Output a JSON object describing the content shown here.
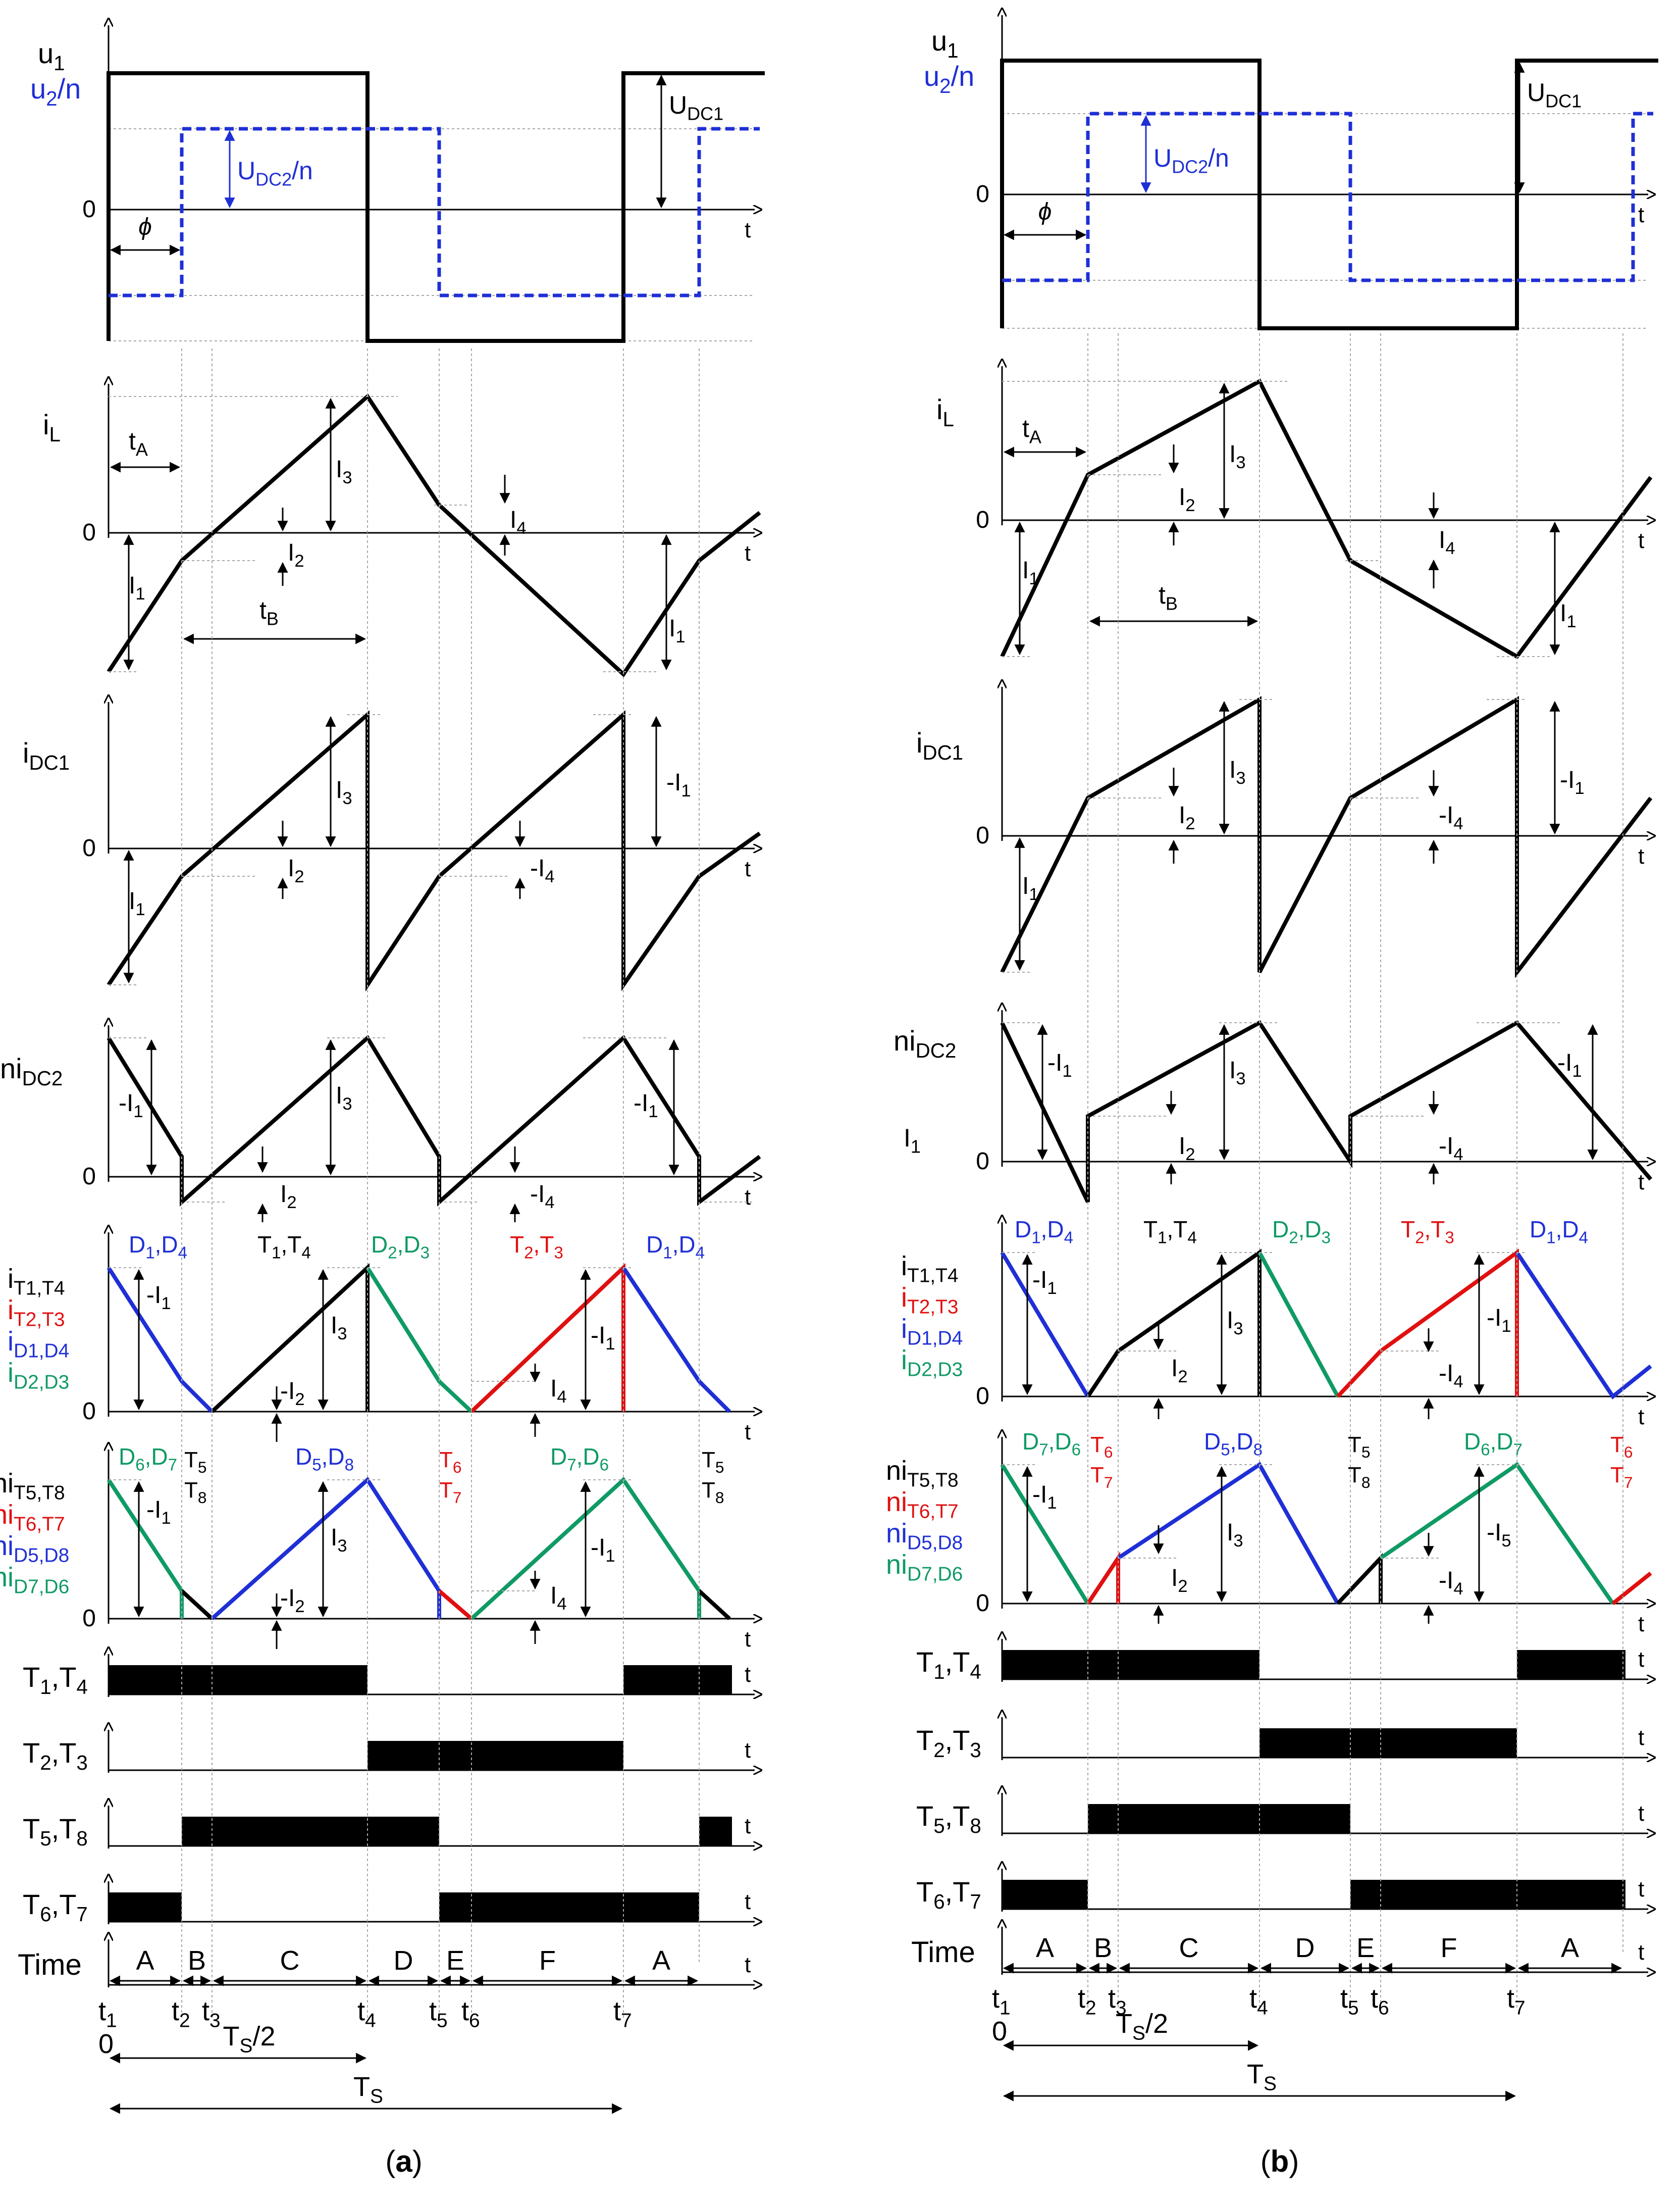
{
  "colors": {
    "black": "#000000",
    "blue": "#1f2fd6",
    "red": "#e01010",
    "green": "#0f9a64",
    "grid": "#a8a8a8"
  },
  "panels": [
    {
      "id": "a",
      "caption_open": "(",
      "caption_letter": "a",
      "caption_close": ")",
      "sections": {
        "u": {
          "lbl_u1": "u",
          "lbl_u1_sub": "1",
          "lbl_u2": "u",
          "lbl_u2_sub": "2",
          "lbl_u2_suffix": "/n",
          "zero": "0",
          "t": "t",
          "phi": "ϕ",
          "udc1": "U",
          "udc1_sub": "DC1",
          "udc2": "U",
          "udc2_sub": "DC2",
          "udc2_suffix": "/n"
        },
        "il": {
          "name": "i",
          "name_sub": "L",
          "zero": "0",
          "t": "t",
          "tA": "t",
          "tA_sub": "A",
          "tB": "t",
          "tB_sub": "B",
          "labels": [
            {
              "text": "I",
              "sub": "1"
            },
            {
              "text": "I",
              "sub": "2"
            },
            {
              "text": "I",
              "sub": "3"
            },
            {
              "text": "I",
              "sub": "4"
            },
            {
              "text": "I",
              "sub": "1"
            }
          ]
        },
        "idc1": {
          "name": "i",
          "name_sub": "DC1",
          "zero": "0",
          "t": "t",
          "labels": [
            {
              "text": "I",
              "sub": "1"
            },
            {
              "text": "I",
              "sub": "2"
            },
            {
              "text": "I",
              "sub": "3"
            },
            {
              "text": "-I",
              "sub": "4"
            },
            {
              "text": "-I",
              "sub": "1"
            }
          ]
        },
        "nidc2": {
          "name": "ni",
          "name_sub": "DC2",
          "zero": "0",
          "t": "t",
          "labels": [
            {
              "text": "-I",
              "sub": "1"
            },
            {
              "text": "I",
              "sub": "2"
            },
            {
              "text": "I",
              "sub": "3"
            },
            {
              "text": "-I",
              "sub": "4"
            },
            {
              "text": "-I",
              "sub": "1"
            }
          ]
        },
        "it": {
          "names": [
            {
              "text": "i",
              "sub": "T1,T4",
              "color": "black"
            },
            {
              "text": "i",
              "sub": "T2,T3",
              "color": "red"
            },
            {
              "text": "i",
              "sub": "D1,D4",
              "color": "blue"
            },
            {
              "text": "i",
              "sub": "D2,D3",
              "color": "green"
            }
          ],
          "zero": "0",
          "t": "t",
          "tops": [
            {
              "text": "D",
              "sub": "1",
              "text2": ",D",
              "sub2": "4",
              "color": "blue"
            },
            {
              "text": "T",
              "sub": "1",
              "text2": ",T",
              "sub2": "4",
              "color": "black"
            },
            {
              "text": "D",
              "sub": "2",
              "text2": ",D",
              "sub2": "3",
              "color": "green"
            },
            {
              "text": "T",
              "sub": "2",
              "text2": ",T",
              "sub2": "3",
              "color": "red"
            },
            {
              "text": "D",
              "sub": "1",
              "text2": ",D",
              "sub2": "4",
              "color": "blue"
            }
          ],
          "labels": [
            {
              "text": "-I",
              "sub": "1"
            },
            {
              "text": "-I",
              "sub": "2"
            },
            {
              "text": "I",
              "sub": "3"
            },
            {
              "text": "I",
              "sub": "4"
            },
            {
              "text": "-I",
              "sub": "1"
            }
          ]
        },
        "nit": {
          "names": [
            {
              "text": "ni",
              "sub": "T5,T8",
              "color": "black"
            },
            {
              "text": "ni",
              "sub": "T6,T7",
              "color": "red"
            },
            {
              "text": "ni",
              "sub": "D5,D8",
              "color": "blue"
            },
            {
              "text": "ni",
              "sub": "D7,D6",
              "color": "green"
            }
          ],
          "zero": "0",
          "t": "t",
          "tops": [
            {
              "text": "D",
              "sub": "6",
              "text2": ",D",
              "sub2": "7",
              "color": "green"
            },
            {
              "text": "D",
              "sub": "5",
              "text2": ",D",
              "sub2": "8",
              "color": "blue"
            },
            {
              "text": "D",
              "sub": "7",
              "text2": ",D",
              "sub2": "6",
              "color": "green"
            }
          ],
          "stacked": [
            {
              "a": "T",
              "asub": "5",
              "b": "T",
              "bsub": "8",
              "color": "black"
            },
            {
              "a": "T",
              "asub": "6",
              "b": "T",
              "bsub": "7",
              "color": "red"
            },
            {
              "a": "T",
              "asub": "5",
              "b": "T",
              "bsub": "8",
              "color": "black"
            }
          ],
          "labels": [
            {
              "text": "-I",
              "sub": "1"
            },
            {
              "text": "-I",
              "sub": "2"
            },
            {
              "text": "I",
              "sub": "3"
            },
            {
              "text": "I",
              "sub": "4"
            },
            {
              "text": "-I",
              "sub": "1"
            }
          ]
        },
        "gates": [
          {
            "a": "T",
            "asub": "1",
            "b": ",T",
            "bsub": "4",
            "t": "t"
          },
          {
            "a": "T",
            "asub": "2",
            "b": ",T",
            "bsub": "3",
            "t": "t"
          },
          {
            "a": "T",
            "asub": "5",
            "b": ",T",
            "bsub": "8",
            "t": "t"
          },
          {
            "a": "T",
            "asub": "6",
            "b": ",T",
            "bsub": "7",
            "t": "t"
          }
        ],
        "time": {
          "label": "Time",
          "t": "t",
          "intervals": [
            "A",
            "B",
            "C",
            "D",
            "E",
            "F",
            "A"
          ],
          "ticks": [
            {
              "text": "t",
              "sub": "1"
            },
            {
              "text": "t",
              "sub": "2"
            },
            {
              "text": "t",
              "sub": "3"
            },
            {
              "text": "t",
              "sub": "4"
            },
            {
              "text": "t",
              "sub": "5"
            },
            {
              "text": "t",
              "sub": "6"
            },
            {
              "text": "t",
              "sub": "7"
            }
          ],
          "zero": "0",
          "ts2": "T",
          "ts2_sub": "S",
          "ts2_suffix": "/2",
          "ts": "T",
          "ts_sub": "S"
        }
      }
    },
    {
      "id": "b",
      "caption_open": "(",
      "caption_letter": "b",
      "caption_close": ")",
      "sections": {
        "u": {
          "lbl_u1": "u",
          "lbl_u1_sub": "1",
          "lbl_u2": "u",
          "lbl_u2_sub": "2",
          "lbl_u2_suffix": "/n",
          "zero": "0",
          "t": "t",
          "phi": "ϕ",
          "udc1": "U",
          "udc1_sub": "DC1",
          "udc2": "U",
          "udc2_sub": "DC2",
          "udc2_suffix": "/n"
        },
        "il": {
          "name": "i",
          "name_sub": "L",
          "zero": "0",
          "t": "t",
          "tA": "t",
          "tA_sub": "A",
          "tB": "t",
          "tB_sub": "B",
          "labels": [
            {
              "text": "I",
              "sub": "1"
            },
            {
              "text": "I",
              "sub": "2"
            },
            {
              "text": "I",
              "sub": "3"
            },
            {
              "text": "I",
              "sub": "4"
            },
            {
              "text": "I",
              "sub": "1"
            }
          ]
        },
        "idc1": {
          "name": "i",
          "name_sub": "DC1",
          "zero": "0",
          "t": "t",
          "labels": [
            {
              "text": "I",
              "sub": "1"
            },
            {
              "text": "I",
              "sub": "2"
            },
            {
              "text": "I",
              "sub": "3"
            },
            {
              "text": "-I",
              "sub": "4"
            },
            {
              "text": "-I",
              "sub": "1"
            }
          ]
        },
        "nidc2": {
          "name": "ni",
          "name_sub": "DC2",
          "zero": "0",
          "t": "t",
          "extra": {
            "text": "I",
            "sub": "1"
          },
          "labels": [
            {
              "text": "-I",
              "sub": "1"
            },
            {
              "text": "I",
              "sub": "2"
            },
            {
              "text": "I",
              "sub": "3"
            },
            {
              "text": "-I",
              "sub": "4"
            },
            {
              "text": "-I",
              "sub": "1"
            }
          ]
        },
        "it": {
          "names": [
            {
              "text": "i",
              "sub": "T1,T4",
              "color": "black"
            },
            {
              "text": "i",
              "sub": "T2,T3",
              "color": "red"
            },
            {
              "text": "i",
              "sub": "D1,D4",
              "color": "blue"
            },
            {
              "text": "i",
              "sub": "D2,D3",
              "color": "green"
            }
          ],
          "zero": "0",
          "t": "t",
          "tops": [
            {
              "text": "D",
              "sub": "1",
              "text2": ",D",
              "sub2": "4",
              "color": "blue"
            },
            {
              "text": "T",
              "sub": "1",
              "text2": ",T",
              "sub2": "4",
              "color": "black"
            },
            {
              "text": "D",
              "sub": "2",
              "text2": ",D",
              "sub2": "3",
              "color": "green"
            },
            {
              "text": "T",
              "sub": "2",
              "text2": ",T",
              "sub2": "3",
              "color": "red"
            },
            {
              "text": "D",
              "sub": "1",
              "text2": ",D",
              "sub2": "4",
              "color": "blue"
            }
          ],
          "labels": [
            {
              "text": "-I",
              "sub": "1"
            },
            {
              "text": "I",
              "sub": "2"
            },
            {
              "text": "I",
              "sub": "3"
            },
            {
              "text": "-I",
              "sub": "4"
            },
            {
              "text": "-I",
              "sub": "1"
            }
          ]
        },
        "nit": {
          "names": [
            {
              "text": "ni",
              "sub": "T5,T8",
              "color": "black"
            },
            {
              "text": "ni",
              "sub": "T6,T7",
              "color": "red"
            },
            {
              "text": "ni",
              "sub": "D5,D8",
              "color": "blue"
            },
            {
              "text": "ni",
              "sub": "D7,D6",
              "color": "green"
            }
          ],
          "zero": "0",
          "t": "t",
          "tops": [
            {
              "text": "D",
              "sub": "7",
              "text2": ",D",
              "sub2": "6",
              "color": "green"
            },
            {
              "text": "D",
              "sub": "5",
              "text2": ",D",
              "sub2": "8",
              "color": "blue"
            },
            {
              "text": "D",
              "sub": "6",
              "text2": ",D",
              "sub2": "7",
              "color": "green"
            }
          ],
          "stacked": [
            {
              "a": "T",
              "asub": "6",
              "b": "T",
              "bsub": "7",
              "color": "red"
            },
            {
              "a": "T",
              "asub": "5",
              "b": "T",
              "bsub": "8",
              "color": "black"
            },
            {
              "a": "T",
              "asub": "6",
              "b": "T",
              "bsub": "7",
              "color": "red"
            }
          ],
          "labels": [
            {
              "text": "-I",
              "sub": "1"
            },
            {
              "text": "I",
              "sub": "2"
            },
            {
              "text": "I",
              "sub": "3"
            },
            {
              "text": "-I",
              "sub": "4"
            },
            {
              "text": "-I",
              "sub": "5"
            }
          ]
        },
        "gates": [
          {
            "a": "T",
            "asub": "1",
            "b": ",T",
            "bsub": "4",
            "t": "t"
          },
          {
            "a": "T",
            "asub": "2",
            "b": ",T",
            "bsub": "3",
            "t": "t"
          },
          {
            "a": "T",
            "asub": "5",
            "b": ",T",
            "bsub": "8",
            "t": "t"
          },
          {
            "a": "T",
            "asub": "6",
            "b": ",T",
            "bsub": "7",
            "t": "t"
          }
        ],
        "time": {
          "label": "Time",
          "t": "t",
          "intervals": [
            "A",
            "B",
            "C",
            "D",
            "E",
            "F",
            "A"
          ],
          "ticks": [
            {
              "text": "t",
              "sub": "1"
            },
            {
              "text": "t",
              "sub": "2"
            },
            {
              "text": "t",
              "sub": "3"
            },
            {
              "text": "t",
              "sub": "4"
            },
            {
              "text": "t",
              "sub": "5"
            },
            {
              "text": "t",
              "sub": "6"
            },
            {
              "text": "t",
              "sub": "7"
            }
          ],
          "zero": "0",
          "ts2": "T",
          "ts2_sub": "S",
          "ts2_suffix": "/2",
          "ts": "T",
          "ts_sub": "S"
        }
      }
    }
  ]
}
